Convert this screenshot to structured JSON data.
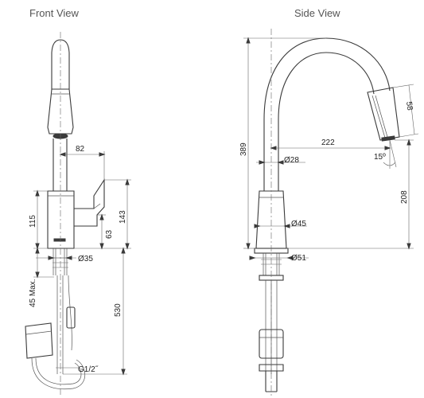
{
  "titles": {
    "front": "Front View",
    "side": "Side View"
  },
  "front": {
    "d_82": "82",
    "d_115": "115",
    "d_143": "143",
    "d_63": "63",
    "d_35": "Ø35",
    "d_45max": "45 Max.",
    "d_530": "530",
    "d_thread": "G1/2˝"
  },
  "side": {
    "d_389": "389",
    "d_222": "222",
    "d_58": "58",
    "d_15": "15º",
    "d_28": "Ø28",
    "d_208": "208",
    "d_45": "Ø45",
    "d_51": "Ø51"
  }
}
